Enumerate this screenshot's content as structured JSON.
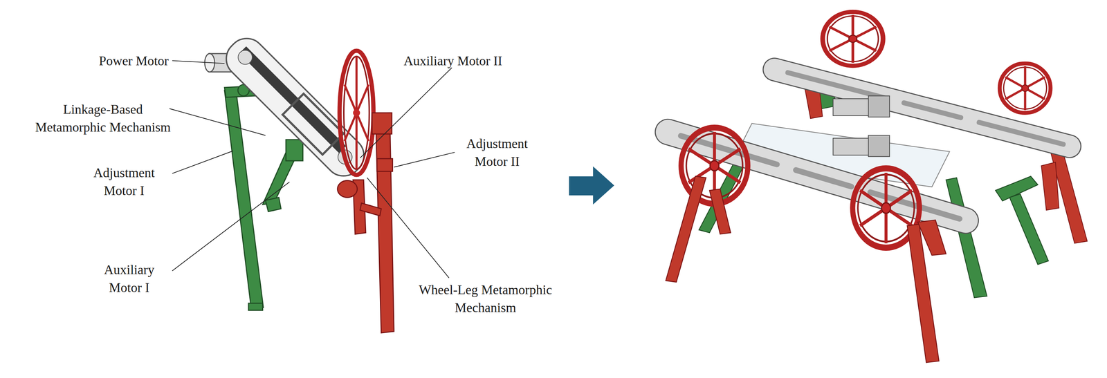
{
  "diagram": {
    "labels": [
      "Power Motor",
      "Linkage-Based Metamorphic Mechanism",
      "Adjustment Motor I",
      "Auxiliary Motor I",
      "Auxiliary Motor II",
      "Adjustment Motor II",
      "Wheel-Leg Metamorphic Mechanism"
    ]
  }
}
